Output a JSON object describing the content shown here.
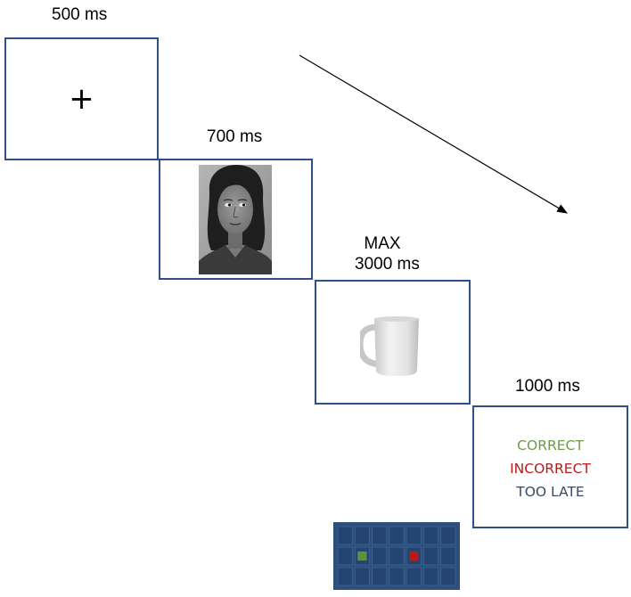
{
  "frames": [
    {
      "id": "fixation",
      "duration_label": "500 ms",
      "content": "+"
    },
    {
      "id": "face",
      "duration_label": "700 ms",
      "content_icon": "face-photo"
    },
    {
      "id": "target",
      "duration_label_line1": "MAX",
      "duration_label_line2": "3000 ms",
      "content_icon": "mug-image"
    },
    {
      "id": "feedback",
      "duration_label": "1000 ms"
    }
  ],
  "feedback": {
    "correct": "CORRECT",
    "incorrect": "INCORRECT",
    "too_late": "TOO LATE"
  },
  "colors": {
    "frame_border": "#2f4f8a",
    "correct": "#6e9a4a",
    "incorrect": "#b71c1c",
    "too_late": "#3a4a66",
    "keypad_bg": "#2d4f7c",
    "keypad_cell": "#23456f",
    "key_green": "#5e8f3e",
    "key_red": "#b51c1c"
  },
  "keypad": {
    "rows": 3,
    "cols": 7,
    "highlighted": [
      {
        "row": 1,
        "col": 1,
        "color": "green"
      },
      {
        "row": 1,
        "col": 4,
        "color": "red"
      }
    ]
  }
}
